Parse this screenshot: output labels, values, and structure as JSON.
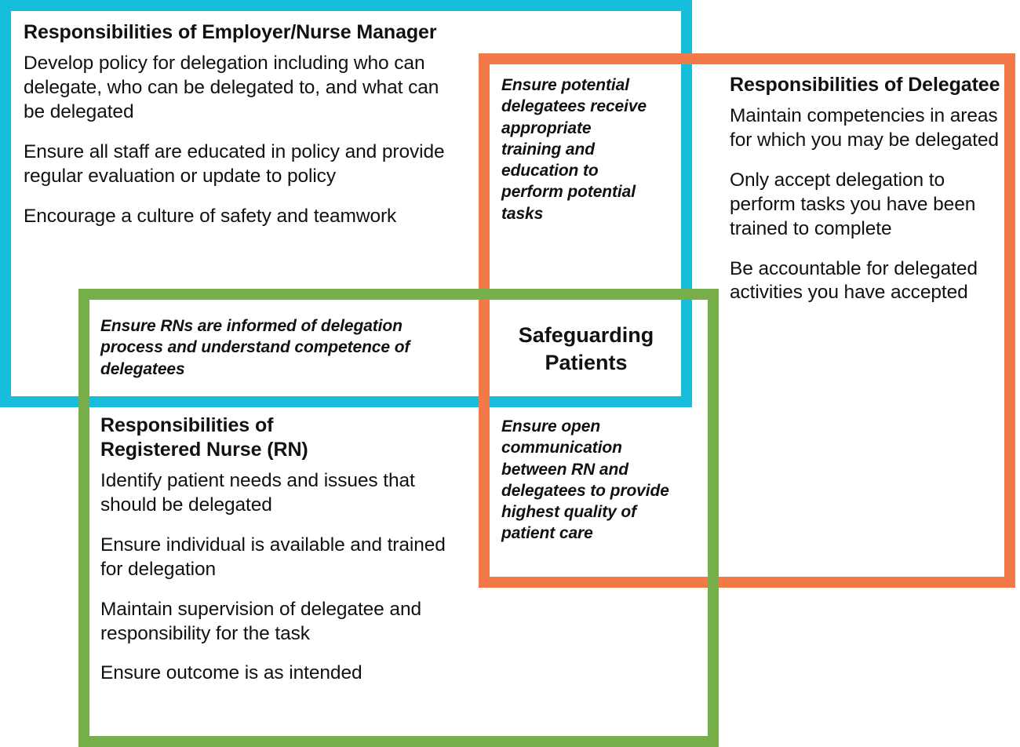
{
  "diagram": {
    "type": "three-overlapping-rectangles-venn",
    "center_label": "Safeguarding Patients",
    "colors": {
      "cyan": "#17bedb",
      "orange": "#f17a48",
      "green": "#77b04a",
      "text": "#111111",
      "background": "#ffffff"
    }
  },
  "employer": {
    "heading": "Responsibilities of Employer/Nurse Manager",
    "items": [
      "Develop policy for delegation including who can delegate, who can be delegated to, and what can be delegated",
      "Ensure all staff are educated in policy and provide regular evaluation or update to policy",
      "Encourage a culture of safety and teamwork"
    ]
  },
  "delegatee": {
    "heading": "Responsibilities of Delegatee",
    "items": [
      "Maintain competencies in areas for which you may be delegated",
      "Only accept delegation to perform tasks you have been trained to complete",
      "Be accountable for delegated activities you have accepted"
    ]
  },
  "registered_nurse": {
    "heading_line1": "Responsibilities of",
    "heading_line2": "Registered Nurse (RN)",
    "items": [
      "Identify patient needs and issues that should be delegated",
      "Ensure individual is available and trained for delegation",
      "Maintain supervision of delegatee and responsibility for the task",
      "Ensure outcome is as intended"
    ]
  },
  "overlaps": {
    "employer_delegatee": "Ensure potential delegatees receive appropriate training and education to perform potential tasks",
    "employer_rn": "Ensure RNs are informed of delegation process and understand competence of delegatees",
    "rn_delegatee": "Ensure open communication between RN and delegatees to provide highest quality of patient care"
  },
  "center": {
    "line1": "Safeguarding",
    "line2": "Patients"
  }
}
